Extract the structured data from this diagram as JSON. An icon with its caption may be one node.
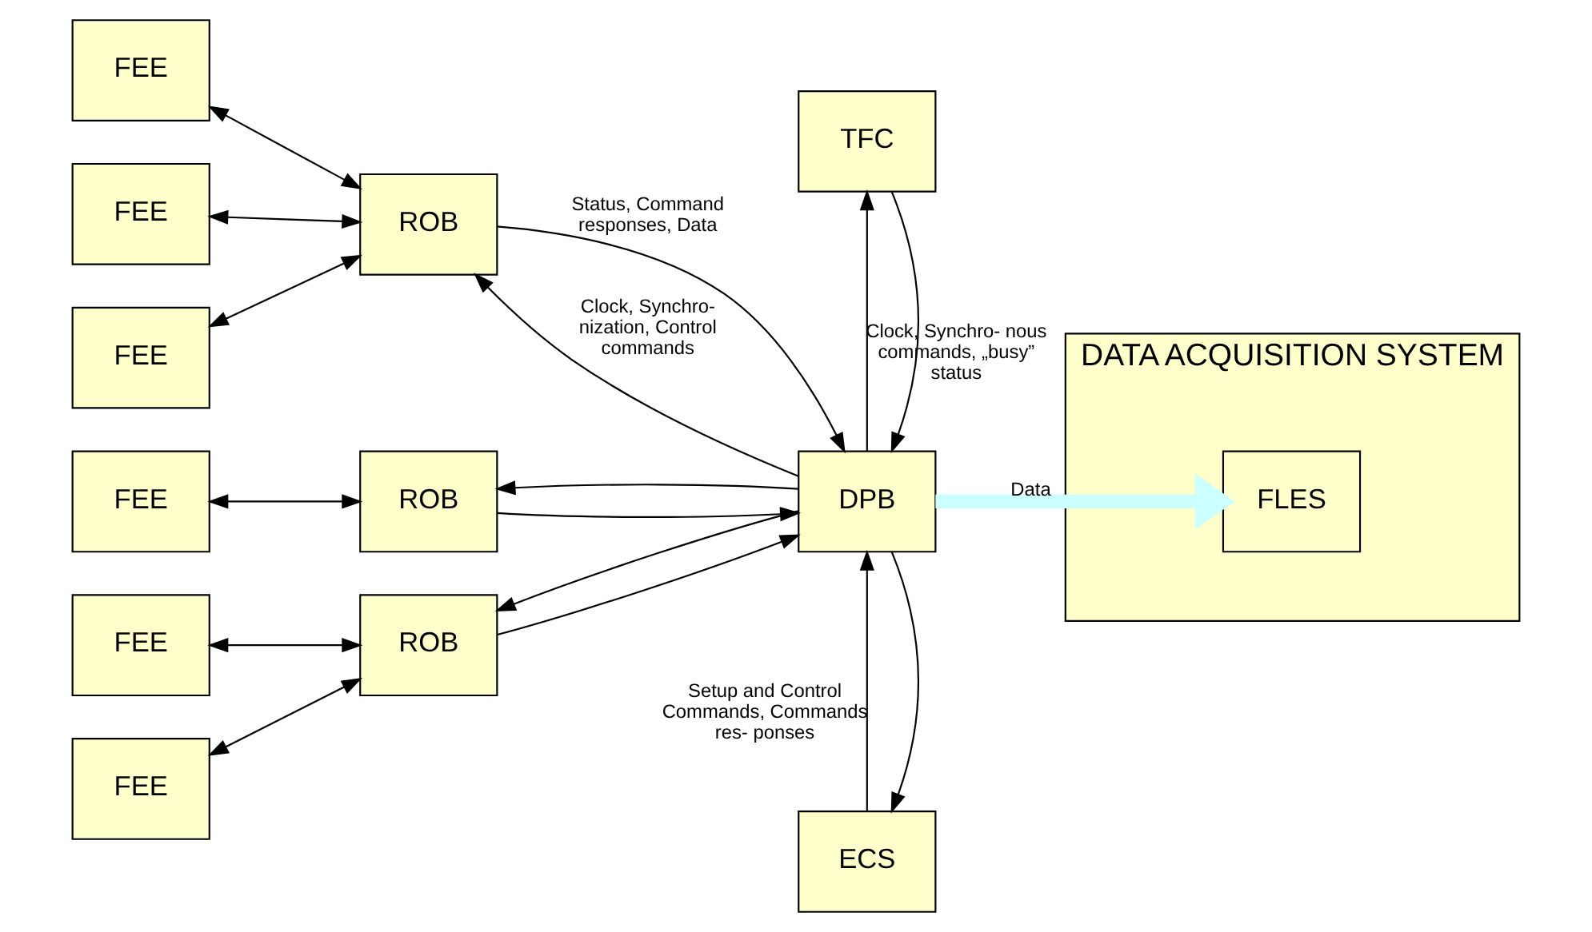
{
  "diagram": {
    "nodes": [
      {
        "text": [
          "FEE"
        ]
      },
      {
        "text": [
          "FEE"
        ]
      },
      {
        "text": [
          "FEE"
        ]
      },
      {
        "text": [
          "ROB"
        ]
      },
      {
        "text": [
          "TFC"
        ]
      },
      {
        "text": [
          "DATA ACQUISITION SYSTEM"
        ]
      },
      {
        "text": [
          "FEE"
        ]
      },
      {
        "text": [
          "ROB"
        ]
      },
      {
        "text": [
          "DPB"
        ]
      },
      {
        "text": [
          "FLES"
        ],
        "in": 5
      },
      {
        "text": [
          "FEE"
        ]
      },
      {
        "text": [
          "ROB"
        ]
      },
      {
        "text": [
          "FEE"
        ]
      },
      {
        "text": [
          "ECS"
        ]
      }
    ],
    "edges": [
      {
        "from": 0,
        "to": 3,
        "arrow": "both"
      },
      {
        "from": 1,
        "to": 3,
        "arrow": "both"
      },
      {
        "from": 2,
        "to": 3,
        "arrow": "both"
      },
      {
        "from": 6,
        "to": 7,
        "arrow": "both"
      },
      {
        "from": 10,
        "to": 11,
        "arrow": "both"
      },
      {
        "from": 12,
        "to": 11,
        "arrow": "both"
      },
      {
        "from": 8,
        "to": 3,
        "arrow": "to",
        "label": "Clock, Synchro- nization, Control commands"
      },
      {
        "from": 3,
        "to": 8,
        "arrow": "to",
        "label": "Status, Command responses, Data"
      },
      {
        "from": 8,
        "to": 7,
        "arrow": "to"
      },
      {
        "from": 7,
        "to": 8,
        "arrow": "to"
      },
      {
        "from": 8,
        "to": 11,
        "arrow": "to"
      },
      {
        "from": 11,
        "to": 8,
        "arrow": "to"
      },
      {
        "from": 4,
        "to": 8,
        "arrow": "to"
      },
      {
        "from": 8,
        "to": 4,
        "arrow": "to",
        "label": "Clock, Synchro- nous commands, „busy” status"
      },
      {
        "from": 8,
        "to": 13,
        "arrow": "to"
      },
      {
        "from": 13,
        "to": 8,
        "arrow": "to",
        "label": "Setup and Control Commands, Commands res- ponses"
      },
      {
        "from": 8,
        "to": 9,
        "arrow": "to",
        "label": "Data",
        "style": "thick",
        "color": "#ccffff"
      }
    ]
  }
}
